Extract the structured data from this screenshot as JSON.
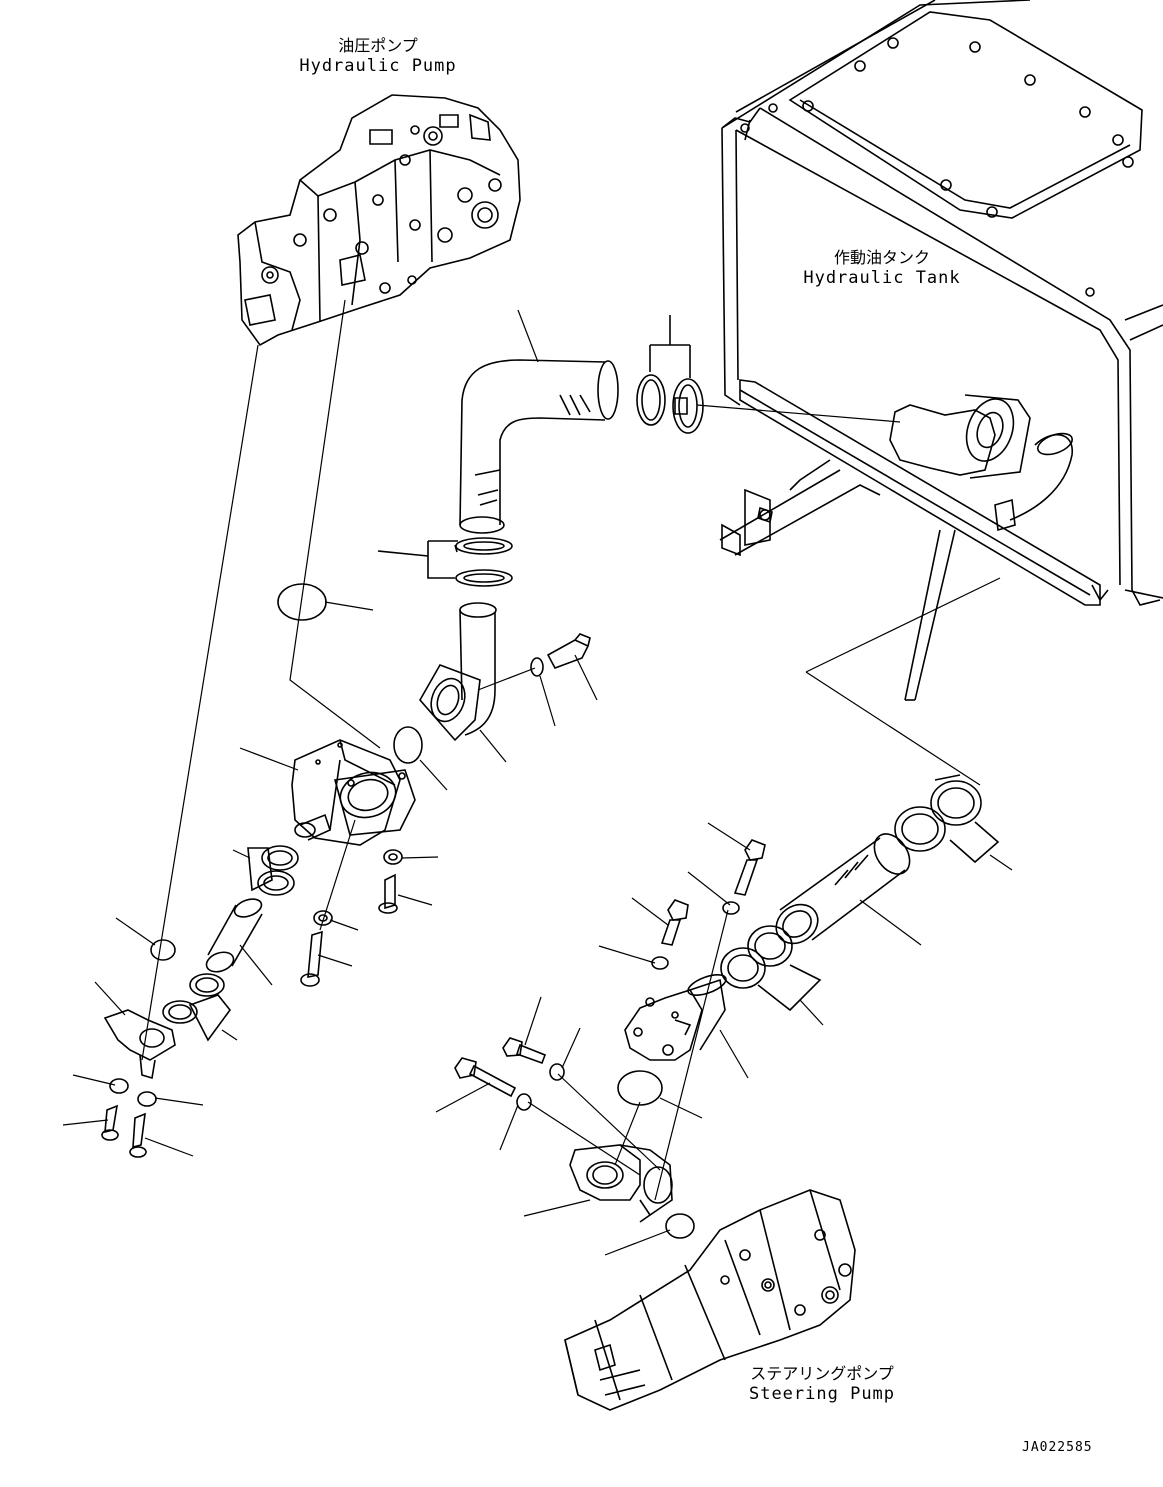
{
  "labels": {
    "hydraulic_pump": {
      "jp": "油圧ポンプ",
      "en": "Hydraulic Pump"
    },
    "hydraulic_tank": {
      "jp": "作動油タンク",
      "en": "Hydraulic Tank"
    },
    "steering_pump": {
      "jp": "ステアリングポンプ",
      "en": "Steering Pump"
    }
  },
  "drawing_number": "JA022585"
}
